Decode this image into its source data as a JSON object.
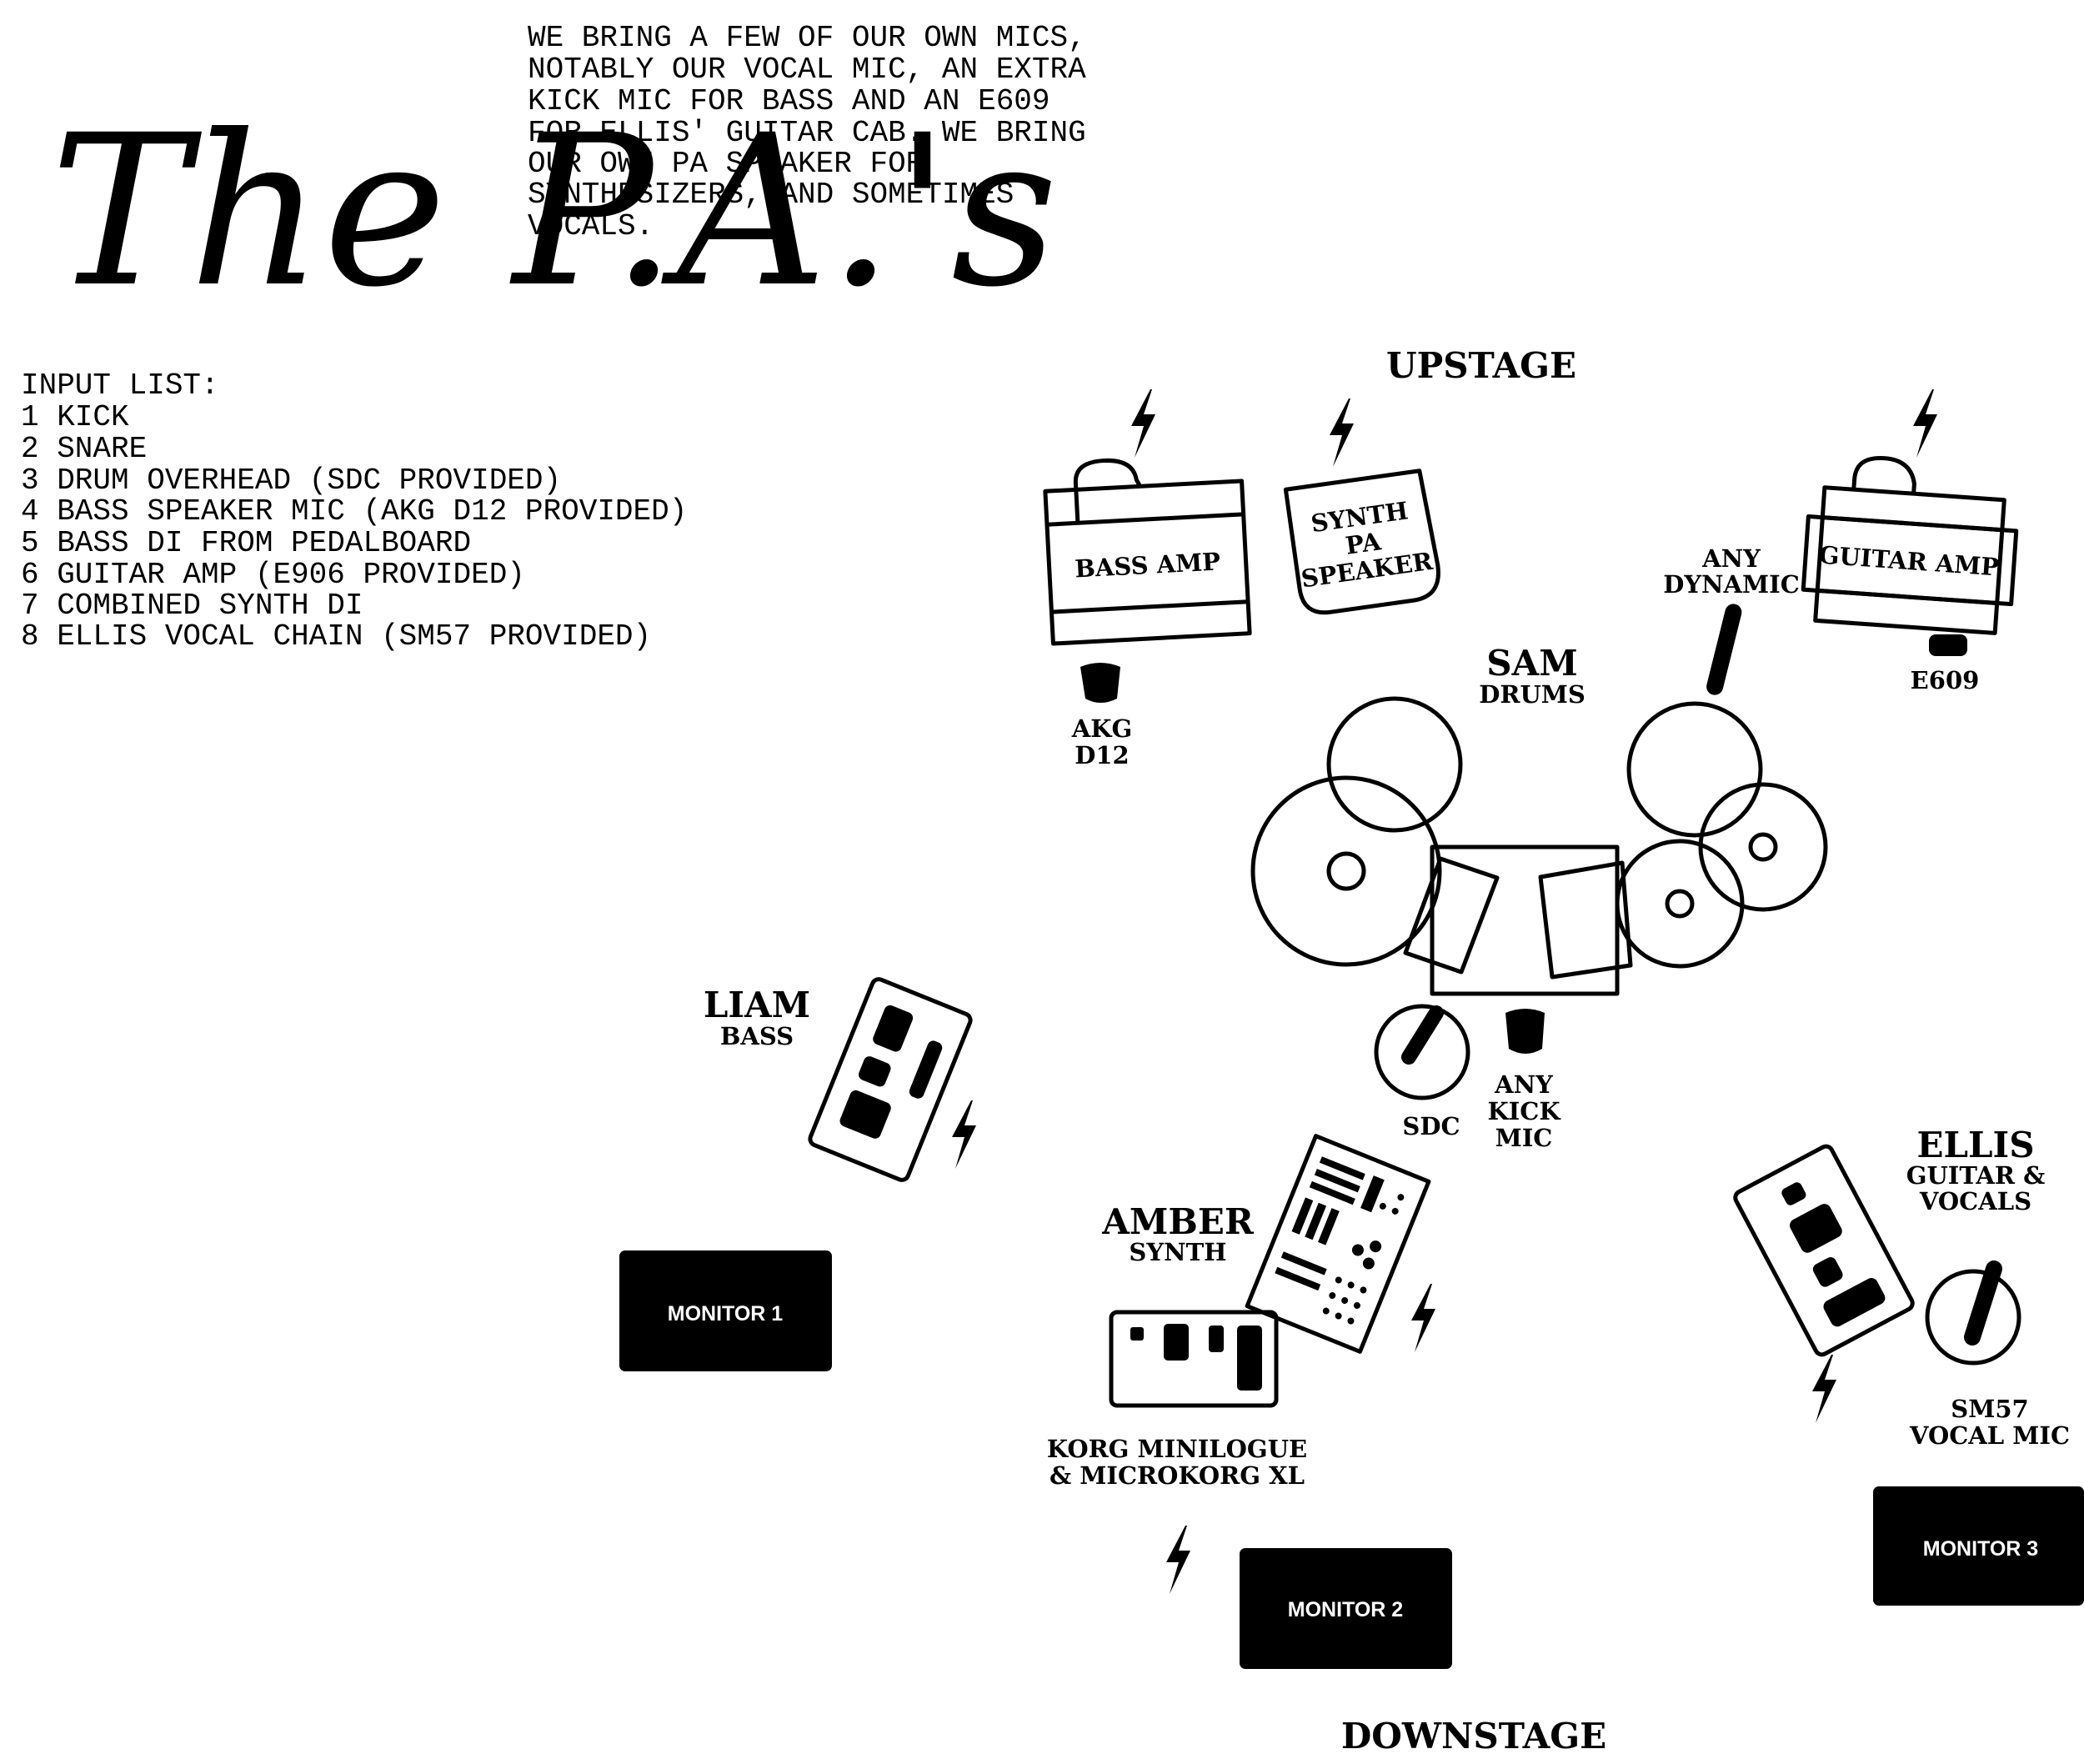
{
  "logo": {
    "text": "The P.A.'s"
  },
  "intro": {
    "lines": [
      "WE BRING A FEW OF OUR OWN MICS,",
      "NOTABLY OUR VOCAL MIC, AN EXTRA",
      "KICK MIC FOR BASS AND AN E609",
      "FOR ELLIS' GUITAR CAB. WE BRING",
      "OUR OWN PA SPEAKER FOR",
      "SYNTHESIZERS, AND SOMETIMES",
      "VOCALS."
    ]
  },
  "input_list": {
    "title": "INPUT LIST:",
    "items": [
      "1 KICK",
      "2 SNARE",
      "3 DRUM OVERHEAD (SDC PROVIDED)",
      "4 BASS SPEAKER MIC (AKG D12 PROVIDED)",
      "5 BASS DI FROM PEDALBOARD",
      "6 GUITAR AMP (E906 PROVIDED)",
      "7 COMBINED SYNTH DI",
      "8 ELLIS VOCAL CHAIN (SM57 PROVIDED)"
    ]
  },
  "stage": {
    "upstage": "UPSTAGE",
    "downstage": "DOWNSTAGE",
    "bass_amp": "BASS AMP",
    "synth_pa": [
      "SYNTH",
      "PA",
      "SPEAKER"
    ],
    "guitar_amp": "GUITAR AMP",
    "any_dynamic": [
      "ANY",
      "DYNAMIC"
    ],
    "e609": "E609",
    "akg": [
      "AKG",
      "D12"
    ],
    "sam_name": "SAM",
    "sam_role": "DRUMS",
    "sdc": "SDC",
    "kick_mic": [
      "ANY",
      "KICK",
      "MIC"
    ],
    "liam_name": "LIAM",
    "liam_role": "BASS",
    "amber_name": "AMBER",
    "amber_role": "SYNTH",
    "korg": [
      "KORG MINILOGUE",
      "& MICROKORG XL"
    ],
    "ellis_name": "ELLIS",
    "ellis_role": [
      "GUITAR &",
      "VOCALS"
    ],
    "sm57": [
      "SM57",
      "VOCAL MIC"
    ],
    "monitor1": "MONITOR 1",
    "monitor2": "MONITOR 2",
    "monitor3": "MONITOR 3"
  }
}
